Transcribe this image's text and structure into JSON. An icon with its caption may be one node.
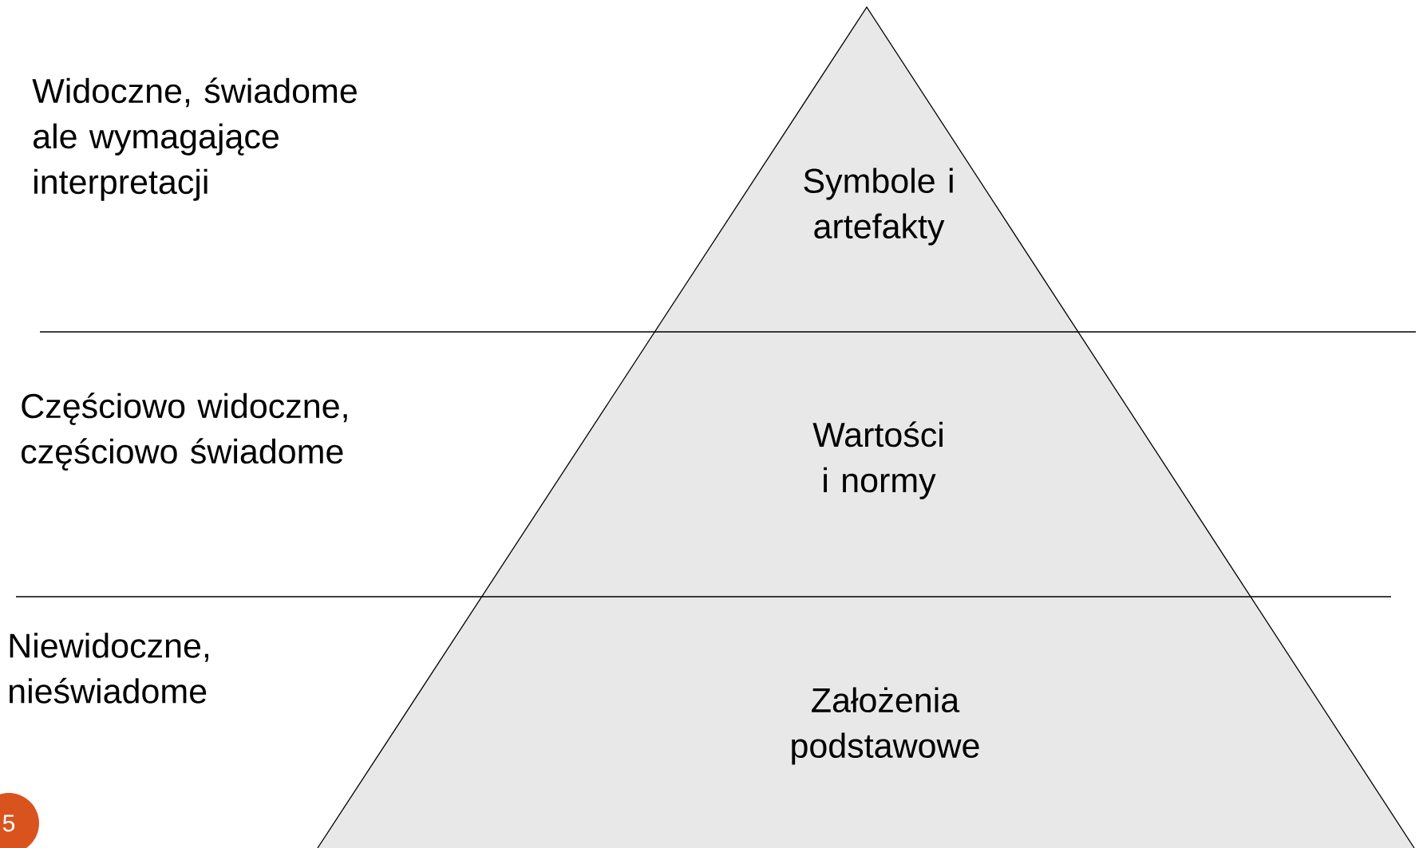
{
  "diagram": {
    "nodes": [
      {
        "text": [
          "Symbole i artefakty"
        ]
      },
      {
        "text": [
          "Wartości i normy"
        ]
      },
      {
        "text": [
          "Założenia podstawowe"
        ]
      },
      {
        "text": [
          "5"
        ]
      }
    ],
    "labels": [
      "Widoczne, świadome ale wymagające interpretacji",
      "Częściowo widoczne, częściowo świadome",
      "Niewidoczne, nieświadome"
    ]
  }
}
